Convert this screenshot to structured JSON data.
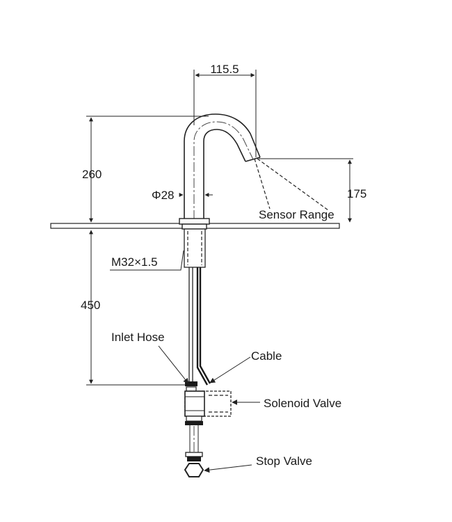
{
  "dimensions": {
    "spout_reach": "115.5",
    "total_height": "260",
    "spout_height": "175",
    "body_diameter": "Φ28",
    "thread": "M32×1.5",
    "below_deck": "450"
  },
  "labels": {
    "sensor_range": "Sensor Range",
    "inlet_hose": "Inlet Hose",
    "cable": "Cable",
    "solenoid_valve": "Solenoid Valve",
    "stop_valve": "Stop Valve"
  },
  "colors": {
    "line": "#222222",
    "background": "#ffffff"
  }
}
